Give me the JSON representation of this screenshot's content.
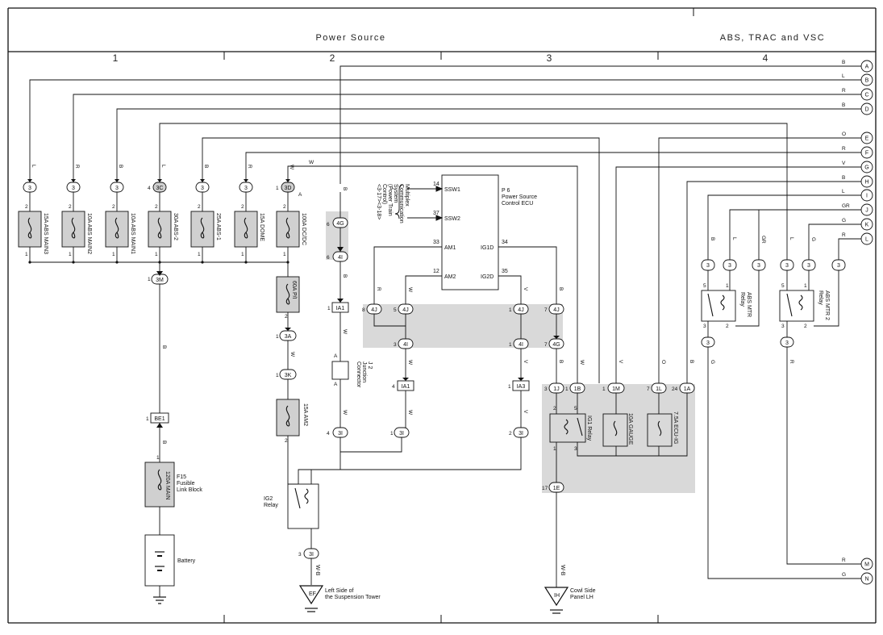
{
  "header": {
    "left_title": "Power Source",
    "right_title": "ABS, TRAC and VSC",
    "columns": [
      "1",
      "2",
      "3",
      "4"
    ]
  },
  "edge_connectors": [
    {
      "letter": "A",
      "color": "B"
    },
    {
      "letter": "B",
      "color": "L"
    },
    {
      "letter": "C",
      "color": "R"
    },
    {
      "letter": "D",
      "color": "B"
    },
    {
      "letter": "E",
      "color": "O"
    },
    {
      "letter": "F",
      "color": "R"
    },
    {
      "letter": "G",
      "color": "V"
    },
    {
      "letter": "H",
      "color": "B"
    },
    {
      "letter": "I",
      "color": "L"
    },
    {
      "letter": "J",
      "color": "GR"
    },
    {
      "letter": "K",
      "color": "G"
    },
    {
      "letter": "L",
      "color": "R"
    },
    {
      "letter": "M",
      "color": "R"
    },
    {
      "letter": "N",
      "color": "G"
    }
  ],
  "fuses": [
    {
      "label": "15A ABS MAIN3",
      "conn": "3",
      "wire": "L"
    },
    {
      "label": "10A ABS MAIN2",
      "conn": "3",
      "wire": "R"
    },
    {
      "label": "10A ABS MAIN1",
      "conn": "3",
      "wire": "B"
    },
    {
      "label": "30A ABS-2",
      "conn": "3C",
      "pin": "4",
      "wire": "L"
    },
    {
      "label": "25A ABS-1",
      "conn": "3",
      "wire": "B"
    },
    {
      "label": "15A DOME",
      "conn": "3",
      "wire": "R"
    },
    {
      "label": "100A DC/DC",
      "conn": "3D",
      "pin": "1",
      "wire": "W"
    }
  ],
  "labels": {
    "fuse_60a": "60A P/I",
    "fuse_15a_am2": "15A AM2",
    "fuse_120a": "120A MAIN",
    "fusible_link_block": [
      "F15",
      "Fusible",
      "Link Block"
    ],
    "battery": "Battery",
    "ig2_relay": [
      "IG2",
      "Relay"
    ],
    "junction_connector": [
      "J 2",
      "Junction",
      "Connector"
    ],
    "ecu": [
      "P 6",
      "Power Source",
      "Control ECU"
    ],
    "multiplex": [
      "Multiplex",
      "Communication",
      "System",
      "(Power Train",
      "Control)",
      "<3-17><3-18>"
    ],
    "ig1_relay": "IG1 Relay",
    "gauge_fuse": "10A GAUGE",
    "ecu_ig_fuse": "7.5A ECU-IG",
    "abs_mtr_relay": [
      "ABS MTR",
      "Relay"
    ],
    "abs_mtr_relay2": [
      "ABS MTR 2",
      "Relay"
    ],
    "ground_ef": "EF",
    "ground_ef_label": [
      "Left Side of",
      "the Suspension Tower"
    ],
    "ground_ih": "IH",
    "ground_ih_label": [
      "Cowl Side",
      "Panel LH"
    ],
    "wire_wb": "W-B"
  },
  "ecu_pins": {
    "ssw1": "SSW1",
    "ssw1_no": "14",
    "ssw2": "SSW2",
    "ssw2_no": "37",
    "am1": "AM1",
    "am1_no": "33",
    "am2": "AM2",
    "am2_no": "12",
    "ig1d": "IG1D",
    "ig1d_no": "34",
    "ig2d": "IG2D",
    "ig2d_no": "35"
  },
  "connectors": {
    "c3m": "3M",
    "c4g": "4G",
    "c4i": "4I",
    "ia1": "IA1",
    "ia3": "IA3",
    "c3a": "3A",
    "c3k": "3K",
    "be1": "BE1",
    "c3i": "3I",
    "c4j": "4J",
    "c1j": "1J",
    "c1b": "1B",
    "c1m": "1M",
    "c1l": "1L",
    "c1a": "1A",
    "c1e": "1E",
    "c3": "3"
  },
  "wire_colors": {
    "b": "B",
    "w": "W",
    "v": "V",
    "r": "R",
    "g": "G",
    "l": "L",
    "o": "O",
    "gr": "GR"
  }
}
